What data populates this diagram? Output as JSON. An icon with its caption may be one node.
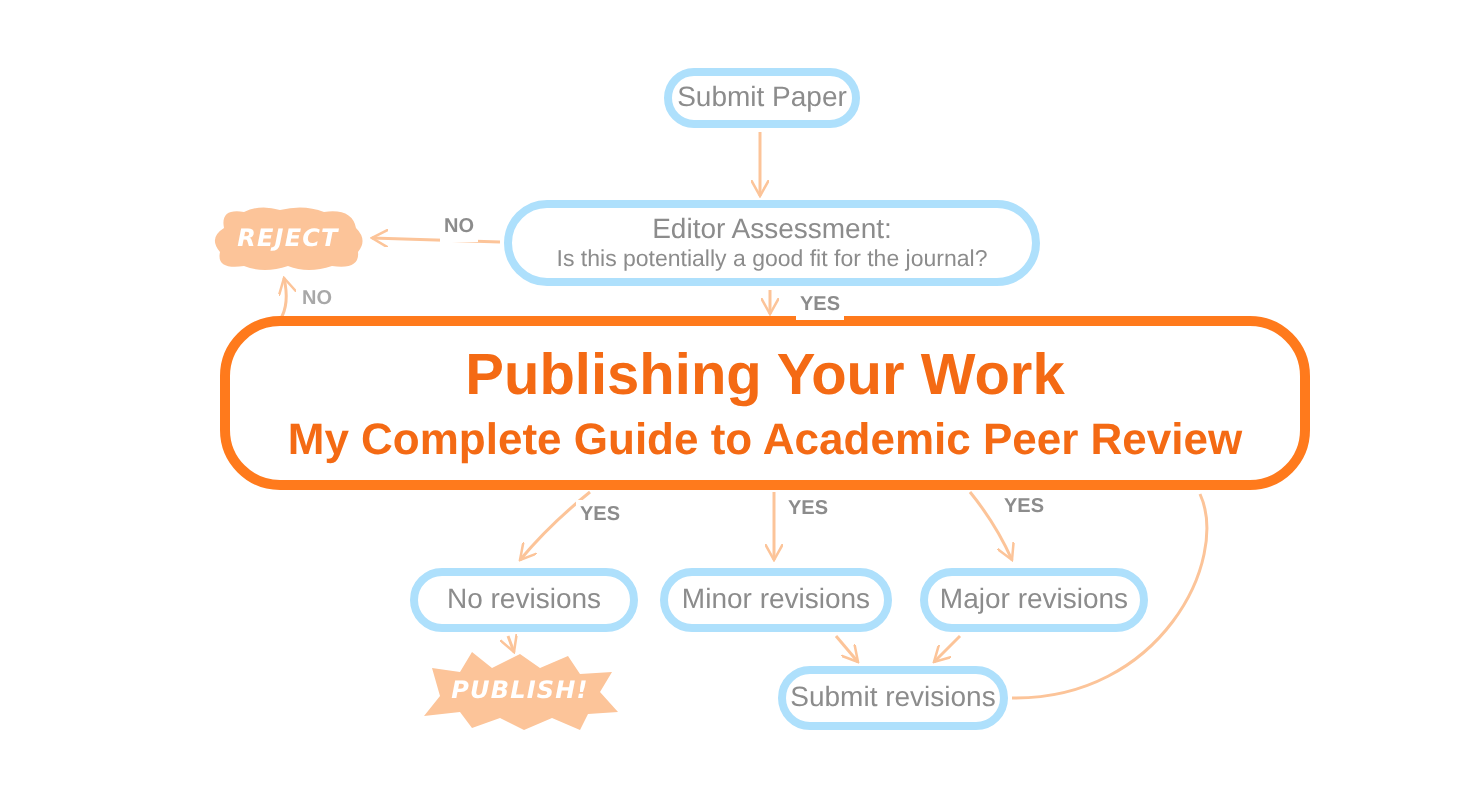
{
  "diagram": {
    "nodes": [
      {
        "text": [
          "Submit Paper"
        ]
      },
      {
        "text": [
          "Editor Assessment:",
          "Is this potentially a good fit for the journal?"
        ]
      },
      {
        "text": [
          "REJECT"
        ]
      },
      {
        "text": [
          "Publishing Your Work",
          "My Complete Guide to Academic Peer Review"
        ]
      },
      {
        "text": [
          "No revisions"
        ]
      },
      {
        "text": [
          "Minor revisions"
        ]
      },
      {
        "text": [
          "Major revisions"
        ]
      },
      {
        "text": [
          "PUBLISH!"
        ]
      },
      {
        "text": [
          "Submit revisions"
        ]
      }
    ],
    "edges": [
      {
        "from": 0,
        "to": 1,
        "arrow": "to"
      },
      {
        "from": 1,
        "to": 2,
        "arrow": "to",
        "label": "NO"
      },
      {
        "from": 1,
        "to": 3,
        "arrow": "to",
        "label": "YES"
      },
      {
        "from": 3,
        "to": 2,
        "arrow": "to",
        "label": "NO"
      },
      {
        "from": 3,
        "to": 4,
        "arrow": "to",
        "label": "YES"
      },
      {
        "from": 3,
        "to": 5,
        "arrow": "to",
        "label": "YES"
      },
      {
        "from": 3,
        "to": 6,
        "arrow": "to",
        "label": "YES"
      },
      {
        "from": 4,
        "to": 7,
        "arrow": "to"
      },
      {
        "from": 5,
        "to": 8,
        "arrow": "to"
      },
      {
        "from": 6,
        "to": 8,
        "arrow": "to"
      },
      {
        "from": 8,
        "to": 3,
        "arrow": "none"
      }
    ]
  }
}
